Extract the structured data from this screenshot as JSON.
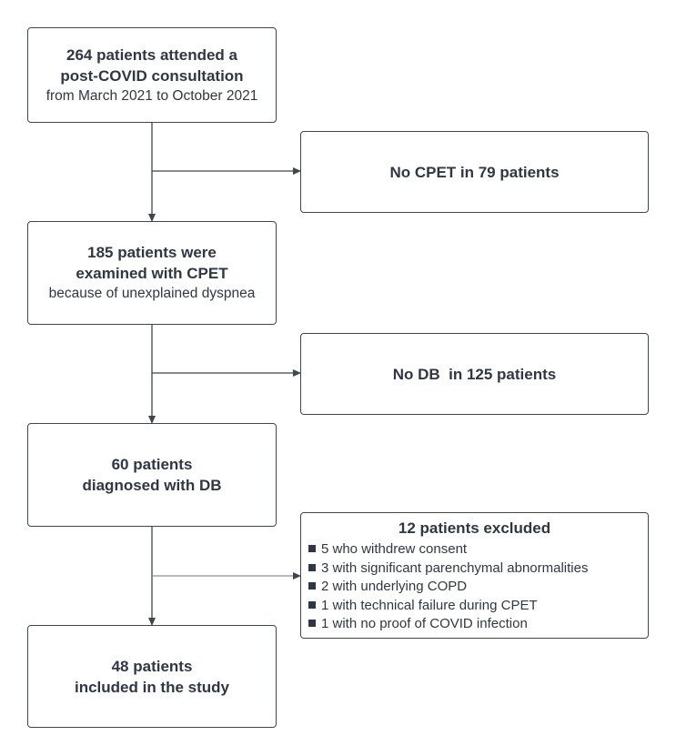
{
  "boxes": {
    "b1": {
      "line1": "264 patients attended a",
      "line2": "post-COVID consultation",
      "line3": "from March 2021 to October 2021"
    },
    "b2": {
      "line1": "185 patients were",
      "line2": "examined with CPET",
      "line3": "because of unexplained dyspnea"
    },
    "b3": {
      "line1": "60 patients",
      "line2": "diagnosed with DB"
    },
    "b4": {
      "line1": "48 patients",
      "line2": "included in the study"
    }
  },
  "side": {
    "s1": "No CPET in 79 patients",
    "s2": "No DB  in 125 patients",
    "s3": {
      "title": "12 patients excluded",
      "items": [
        "5 who withdrew consent",
        "3 with significant parenchymal abnormalities",
        "2 with underlying COPD",
        "1 with technical failure during CPET",
        "1 with no proof of COVID infection"
      ]
    }
  }
}
